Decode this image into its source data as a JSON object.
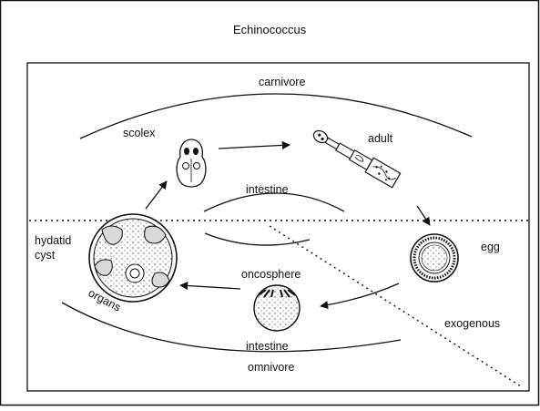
{
  "title": "Echinococcus",
  "labels": {
    "carnivore": "carnivore",
    "scolex": "scolex",
    "adult": "adult",
    "intestine_top": "intestine",
    "hydatid": "hydatid",
    "cyst": "cyst",
    "egg": "egg",
    "oncosphere": "oncosphere",
    "organs": "organs",
    "exogenous": "exogenous",
    "intestine_bottom": "intestine",
    "omnivore": "omnivore"
  },
  "colors": {
    "ink": "#111111",
    "cyst_fill": "#d9d9d9",
    "paper": "#ffffff"
  }
}
